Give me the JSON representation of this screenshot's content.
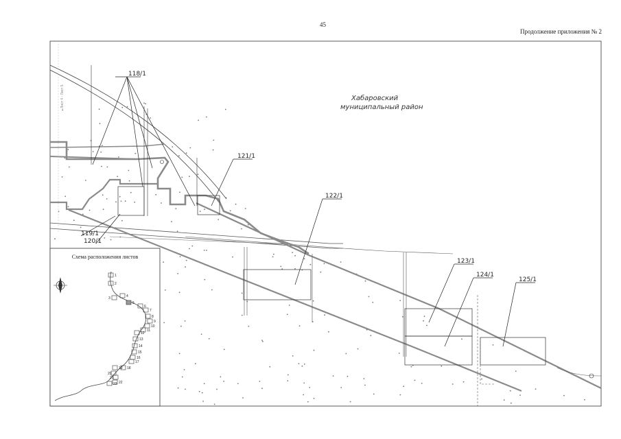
{
  "page": {
    "page_number": "45",
    "appendix_note": "Продолжение приложения № 2"
  },
  "map": {
    "region_label_line1": "Хабаровский",
    "region_label_line2": "муниципальный район",
    "margin_note": "Лист 4 - Лист 5",
    "plot_labels": [
      "118/1",
      "121/1",
      "122/1",
      "119/1",
      "120/1",
      "123/1",
      "124/1",
      "125/1"
    ],
    "colors": {
      "boundary": "#8a8a8a",
      "line": "#333333",
      "paper": "#ffffff"
    }
  },
  "inset": {
    "title": "Схема расположения листов",
    "sheet_numbers": [
      "1",
      "2",
      "3",
      "4",
      "5",
      "6",
      "7",
      "8",
      "9",
      "10",
      "11",
      "12",
      "13",
      "14",
      "15",
      "16",
      "17",
      "18",
      "19",
      "20",
      "21",
      "22",
      "23"
    ],
    "north_icon": "compass-icon"
  }
}
